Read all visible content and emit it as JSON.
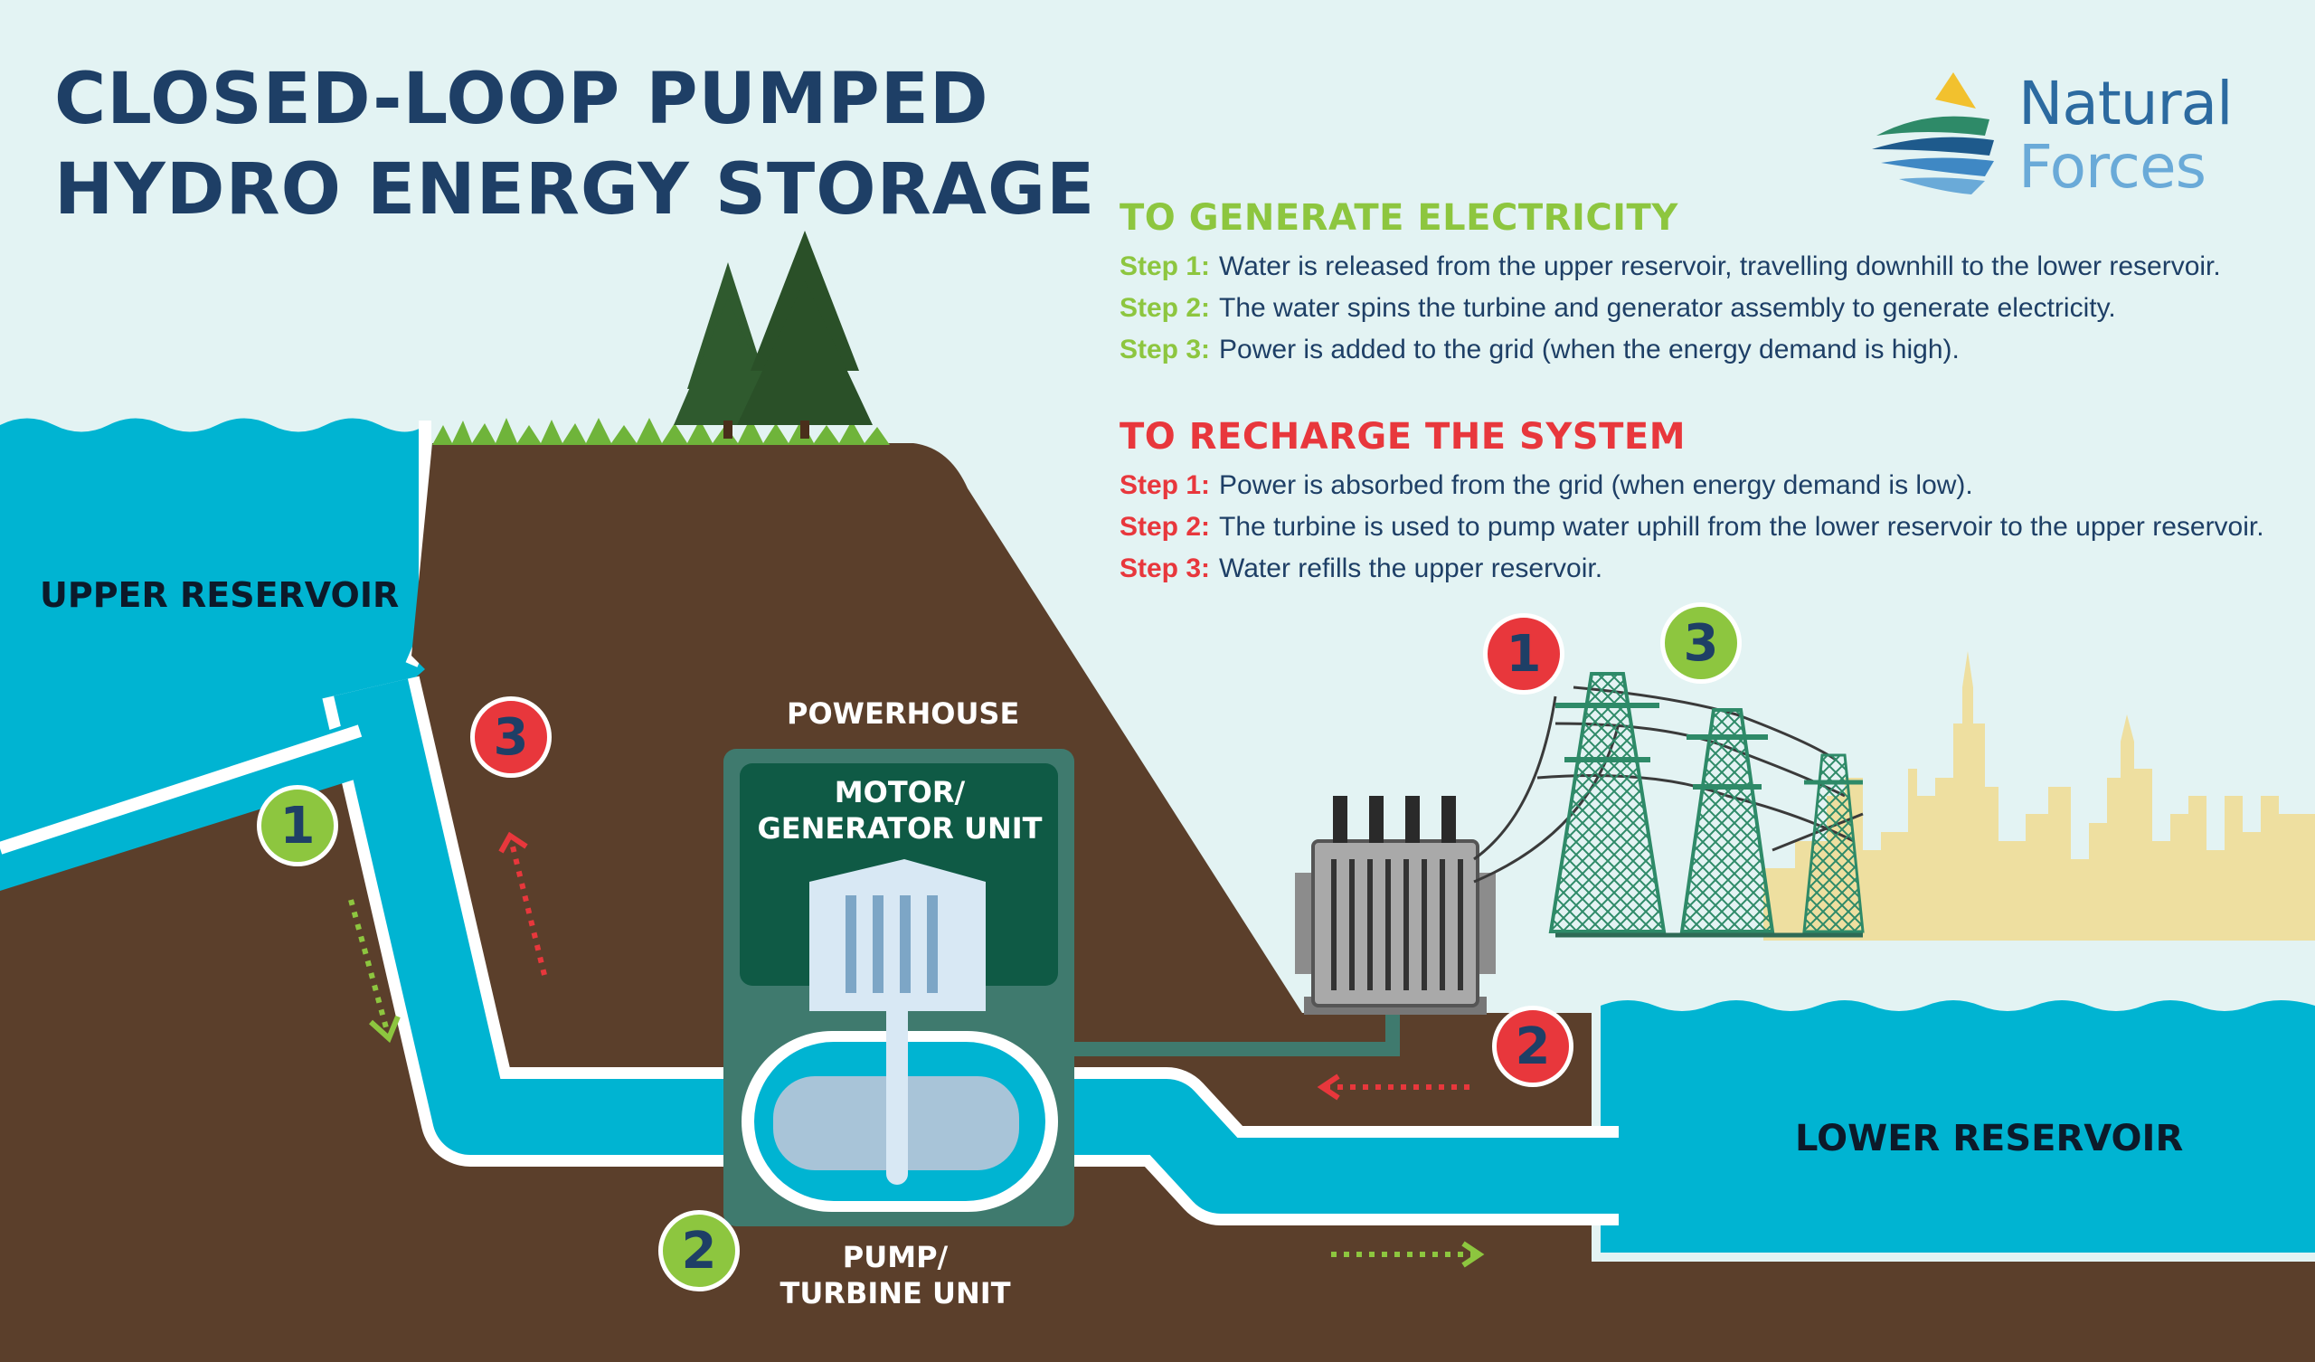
{
  "title": {
    "line1": "CLOSED-LOOP PUMPED",
    "line2": "HYDRO ENERGY STORAGE"
  },
  "logo": {
    "line1": "Natural",
    "line2": "Forces"
  },
  "generate": {
    "heading": "TO GENERATE ELECTRICITY",
    "steps": [
      {
        "label": "Step 1:",
        "text": "Water is released from the upper reservoir, travelling downhill to the lower reservoir."
      },
      {
        "label": "Step 2:",
        "text": "The water spins the turbine and generator assembly to generate electricity."
      },
      {
        "label": "Step 3:",
        "text": "Power is added to the grid (when the energy demand is high)."
      }
    ]
  },
  "recharge": {
    "heading": "TO RECHARGE THE SYSTEM",
    "steps": [
      {
        "label": "Step 1:",
        "text": "Power is absorbed from the grid (when energy demand is low)."
      },
      {
        "label": "Step 2:",
        "text": "The turbine is used to pump water uphill from the lower reservoir to the upper reservoir."
      },
      {
        "label": "Step 3:",
        "text": "Water refills the upper reservoir."
      }
    ]
  },
  "diagram": {
    "upper_reservoir": "UPPER RESERVOIR",
    "lower_reservoir": "LOWER RESERVOIR",
    "powerhouse": "POWERHOUSE",
    "motor_line1": "MOTOR/",
    "motor_line2": "GENERATOR UNIT",
    "pump_line1": "PUMP/",
    "pump_line2": "TURBINE UNIT",
    "badges": {
      "gen_1": "1",
      "gen_2": "2",
      "gen_3": "3",
      "rec_1": "1",
      "rec_2": "2",
      "rec_3": "3"
    }
  },
  "colors": {
    "background": "#e3f3f3",
    "water": "#00b4d2",
    "earth": "#5b3f2b",
    "powerhouse": "#3f7a6e",
    "generate_accent": "#8dc63f",
    "recharge_accent": "#e8373c",
    "title": "#1e3f66",
    "city": "#eedfa0",
    "pylon": "#2e8a68"
  }
}
